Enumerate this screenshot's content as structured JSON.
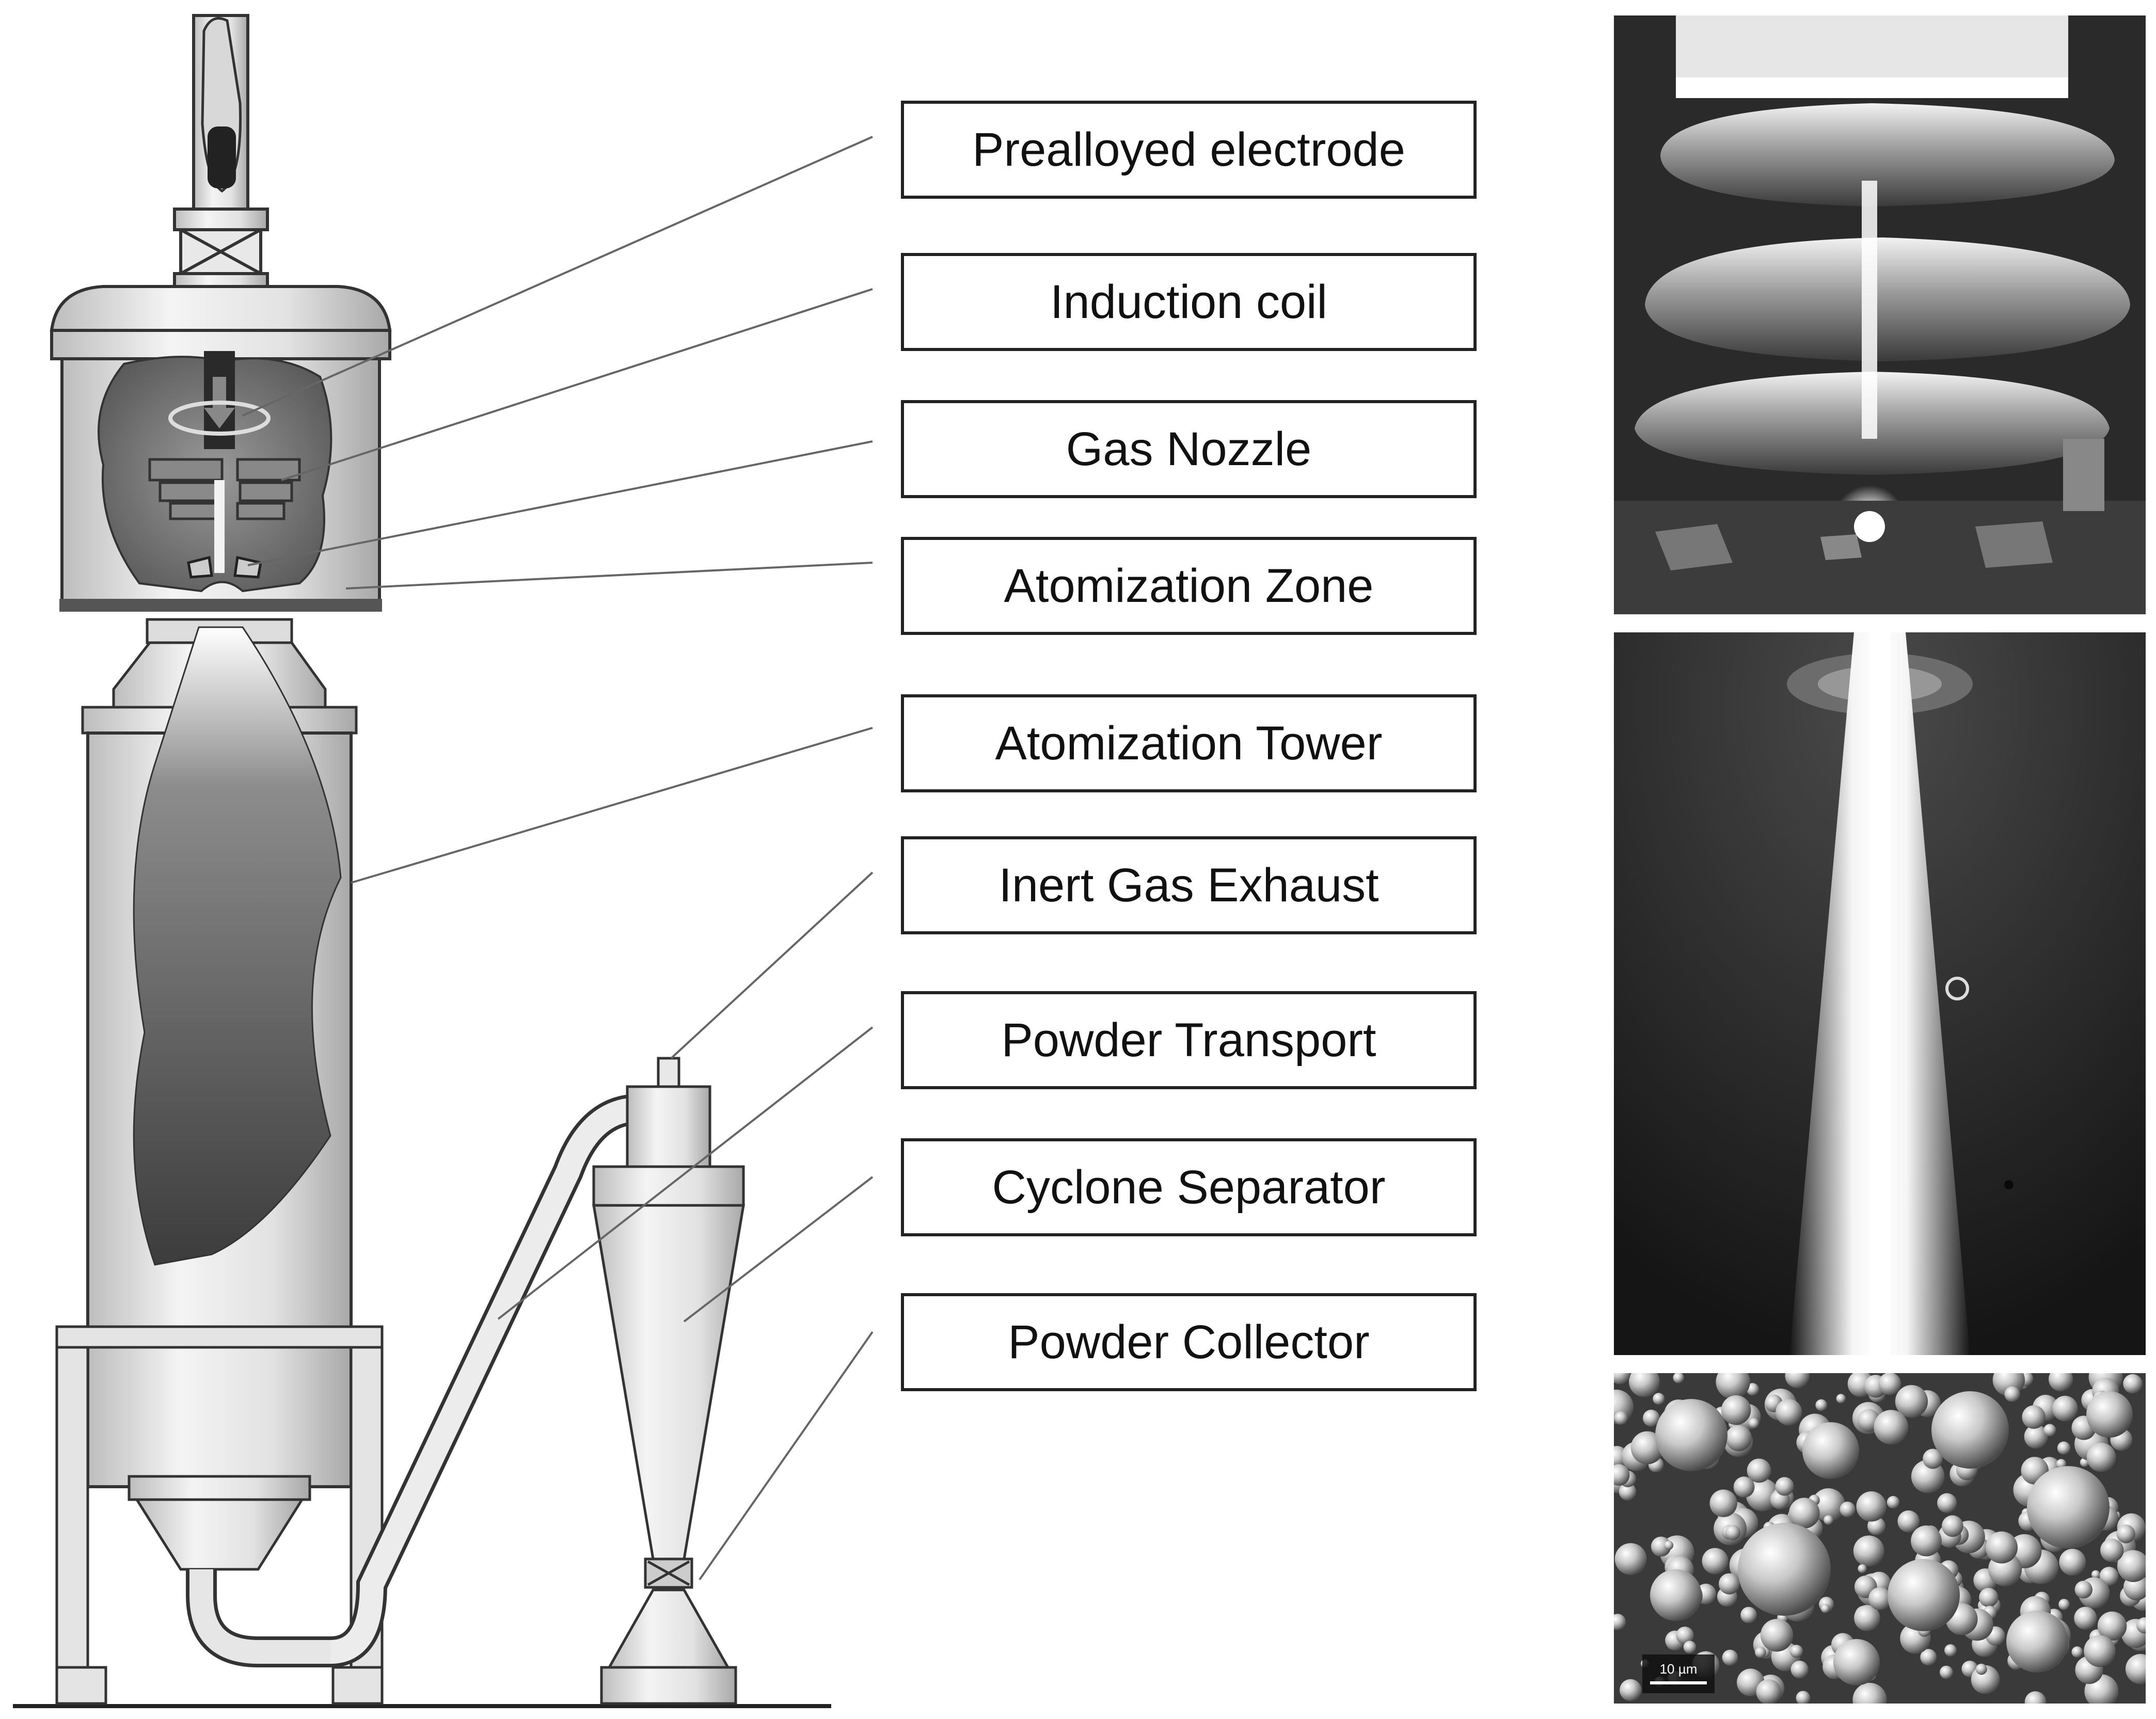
{
  "labels": [
    {
      "id": "prealloyed-electrode",
      "text": "Prealloyed electrode"
    },
    {
      "id": "induction-coil",
      "text": "Induction coil"
    },
    {
      "id": "gas-nozzle",
      "text": "Gas Nozzle"
    },
    {
      "id": "atomization-zone",
      "text": "Atomization Zone"
    },
    {
      "id": "atomization-tower",
      "text": "Atomization Tower"
    },
    {
      "id": "inert-gas-exhaust",
      "text": "Inert Gas Exhaust"
    },
    {
      "id": "powder-transport",
      "text": "Powder Transport"
    },
    {
      "id": "cyclone-separator",
      "text": "Cyclone Separator"
    },
    {
      "id": "powder-collector",
      "text": "Powder Collector"
    }
  ],
  "photos": {
    "coil_photo": "induction-coil-melting-photo",
    "stream_photo": "atomization-stream-photo",
    "powder_photo": "spherical-powder-sem-image",
    "scale_bar": "10 µm"
  },
  "colors": {
    "outline": "#222222",
    "light_metal": "#e4e4e4",
    "dark_spray": "#4a4a4a",
    "photo_dark": "#1a1a1a"
  }
}
